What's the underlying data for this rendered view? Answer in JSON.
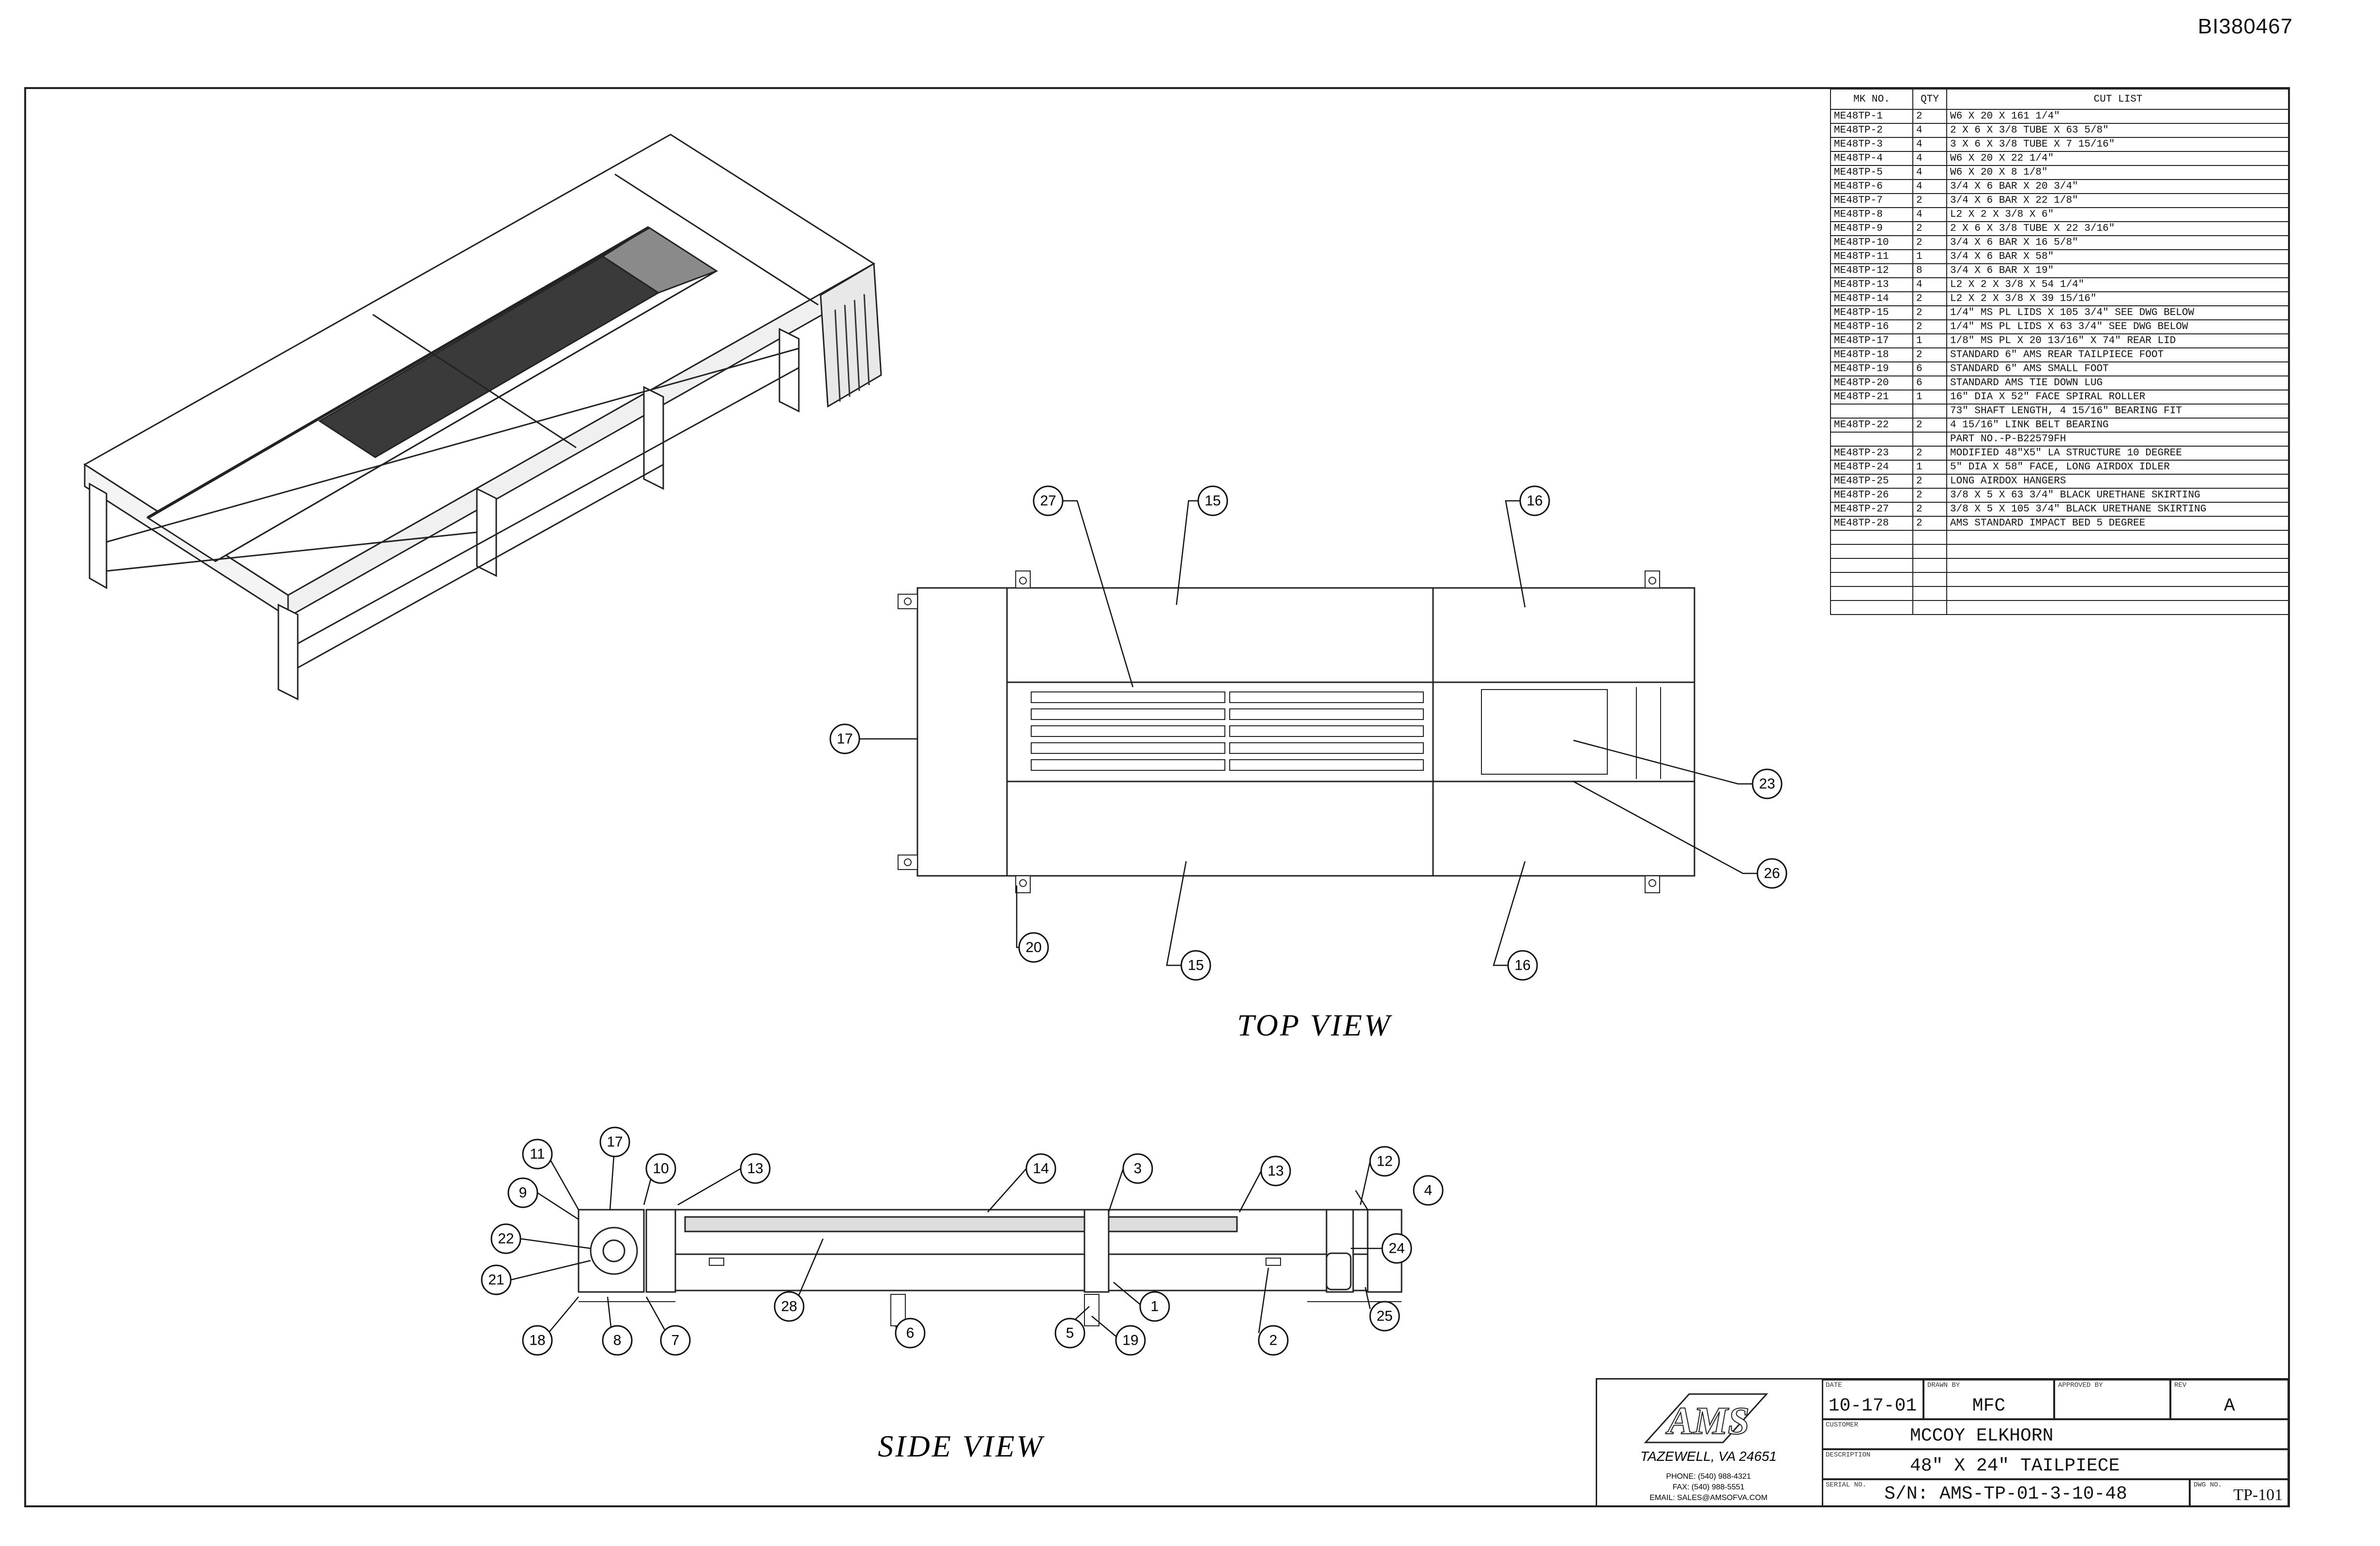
{
  "document": {
    "id": "BI380467"
  },
  "cut_list": {
    "headers": {
      "mk_no": "MK NO.",
      "qty": "QTY",
      "cut_list": "CUT LIST"
    },
    "rows": [
      {
        "mk": "ME48TP-1",
        "qty": "2",
        "desc": "W6 X 20 X 161 1/4\""
      },
      {
        "mk": "ME48TP-2",
        "qty": "4",
        "desc": "2 X 6 X 3/8 TUBE X 63 5/8\""
      },
      {
        "mk": "ME48TP-3",
        "qty": "4",
        "desc": "3 X 6 X 3/8 TUBE X 7 15/16\""
      },
      {
        "mk": "ME48TP-4",
        "qty": "4",
        "desc": "W6 X 20 X 22 1/4\""
      },
      {
        "mk": "ME48TP-5",
        "qty": "4",
        "desc": "W6 X 20 X 8 1/8\""
      },
      {
        "mk": "ME48TP-6",
        "qty": "4",
        "desc": "3/4 X 6 BAR X 20 3/4\""
      },
      {
        "mk": "ME48TP-7",
        "qty": "2",
        "desc": "3/4 X 6 BAR X 22 1/8\""
      },
      {
        "mk": "ME48TP-8",
        "qty": "4",
        "desc": "L2 X 2 X 3/8 X 6\""
      },
      {
        "mk": "ME48TP-9",
        "qty": "2",
        "desc": "2 X 6 X 3/8 TUBE X 22 3/16\""
      },
      {
        "mk": "ME48TP-10",
        "qty": "2",
        "desc": "3/4 X 6 BAR X 16 5/8\""
      },
      {
        "mk": "ME48TP-11",
        "qty": "1",
        "desc": "3/4 X 6 BAR X 58\""
      },
      {
        "mk": "ME48TP-12",
        "qty": "8",
        "desc": "3/4 X 6 BAR X 19\""
      },
      {
        "mk": "ME48TP-13",
        "qty": "4",
        "desc": "L2 X 2 X 3/8 X 54 1/4\""
      },
      {
        "mk": "ME48TP-14",
        "qty": "2",
        "desc": "L2 X 2 X 3/8 X 39 15/16\""
      },
      {
        "mk": "ME48TP-15",
        "qty": "2",
        "desc": "1/4\" MS PL LIDS X 105 3/4\" SEE DWG BELOW"
      },
      {
        "mk": "ME48TP-16",
        "qty": "2",
        "desc": "1/4\" MS PL LIDS X 63 3/4\" SEE DWG BELOW"
      },
      {
        "mk": "ME48TP-17",
        "qty": "1",
        "desc": "1/8\" MS PL X 20 13/16\" X 74\" REAR LID"
      },
      {
        "mk": "ME48TP-18",
        "qty": "2",
        "desc": "STANDARD 6\" AMS REAR TAILPIECE FOOT"
      },
      {
        "mk": "ME48TP-19",
        "qty": "6",
        "desc": "STANDARD 6\" AMS SMALL FOOT"
      },
      {
        "mk": "ME48TP-20",
        "qty": "6",
        "desc": "STANDARD AMS TIE DOWN LUG"
      },
      {
        "mk": "ME48TP-21",
        "qty": "1",
        "desc": "16\" DIA X 52\" FACE SPIRAL ROLLER"
      },
      {
        "mk": "",
        "qty": "",
        "desc": "73\" SHAFT LENGTH, 4 15/16\" BEARING FIT"
      },
      {
        "mk": "ME48TP-22",
        "qty": "2",
        "desc": "4 15/16\" LINK BELT BEARING"
      },
      {
        "mk": "",
        "qty": "",
        "desc": "PART NO.-P-B22579FH"
      },
      {
        "mk": "ME48TP-23",
        "qty": "2",
        "desc": "MODIFIED 48\"X5\" LA STRUCTURE 10 DEGREE"
      },
      {
        "mk": "ME48TP-24",
        "qty": "1",
        "desc": "5\" DIA X 58\" FACE, LONG AIRDOX IDLER"
      },
      {
        "mk": "ME48TP-25",
        "qty": "2",
        "desc": "LONG AIRDOX HANGERS"
      },
      {
        "mk": "ME48TP-26",
        "qty": "2",
        "desc": "3/8 X 5 X 63 3/4\" BLACK URETHANE SKIRTING"
      },
      {
        "mk": "ME48TP-27",
        "qty": "2",
        "desc": "3/8 X 5 X 105 3/4\" BLACK URETHANE SKIRTING"
      },
      {
        "mk": "ME48TP-28",
        "qty": "2",
        "desc": "AMS STANDARD IMPACT BED 5 DEGREE"
      },
      {
        "mk": "",
        "qty": "",
        "desc": ""
      },
      {
        "mk": "",
        "qty": "",
        "desc": ""
      },
      {
        "mk": "",
        "qty": "",
        "desc": ""
      },
      {
        "mk": "",
        "qty": "",
        "desc": ""
      },
      {
        "mk": "",
        "qty": "",
        "desc": ""
      },
      {
        "mk": "",
        "qty": "",
        "desc": ""
      }
    ]
  },
  "top_view": {
    "title": "TOP VIEW",
    "balloons": [
      "27",
      "15",
      "16",
      "17",
      "23",
      "26",
      "20",
      "15",
      "16"
    ]
  },
  "side_view": {
    "title": "SIDE VIEW",
    "balloons": [
      "11",
      "17",
      "10",
      "13",
      "14",
      "3",
      "13",
      "12",
      "4",
      "9",
      "22",
      "21",
      "24",
      "28",
      "1",
      "18",
      "8",
      "7",
      "6",
      "5",
      "19",
      "2",
      "25"
    ]
  },
  "title_block": {
    "logo": "AMS",
    "company_city": "TAZEWELL, VA 24651",
    "company_phone": "PHONE: (540) 988-4321",
    "company_fax": "FAX: (540) 988-5551",
    "company_email": "EMAIL: SALES@AMSOFVA.COM",
    "date_label": "DATE",
    "date": "10-17-01",
    "drawn_by_label": "DRAWN BY",
    "drawn_by": "MFC",
    "approved_label": "APPROVED BY",
    "approved_by": "",
    "rev_label": "REV",
    "rev": "A",
    "customer_label": "CUSTOMER",
    "customer": "MCCOY ELKHORN",
    "description_label": "DESCRIPTION",
    "description": "48\" X 24\" TAILPIECE",
    "serial_label": "SERIAL NO.",
    "serial": "S/N: AMS-TP-01-3-10-48",
    "dwg_label": "DWG NO.",
    "dwg_no": "TP-101"
  }
}
